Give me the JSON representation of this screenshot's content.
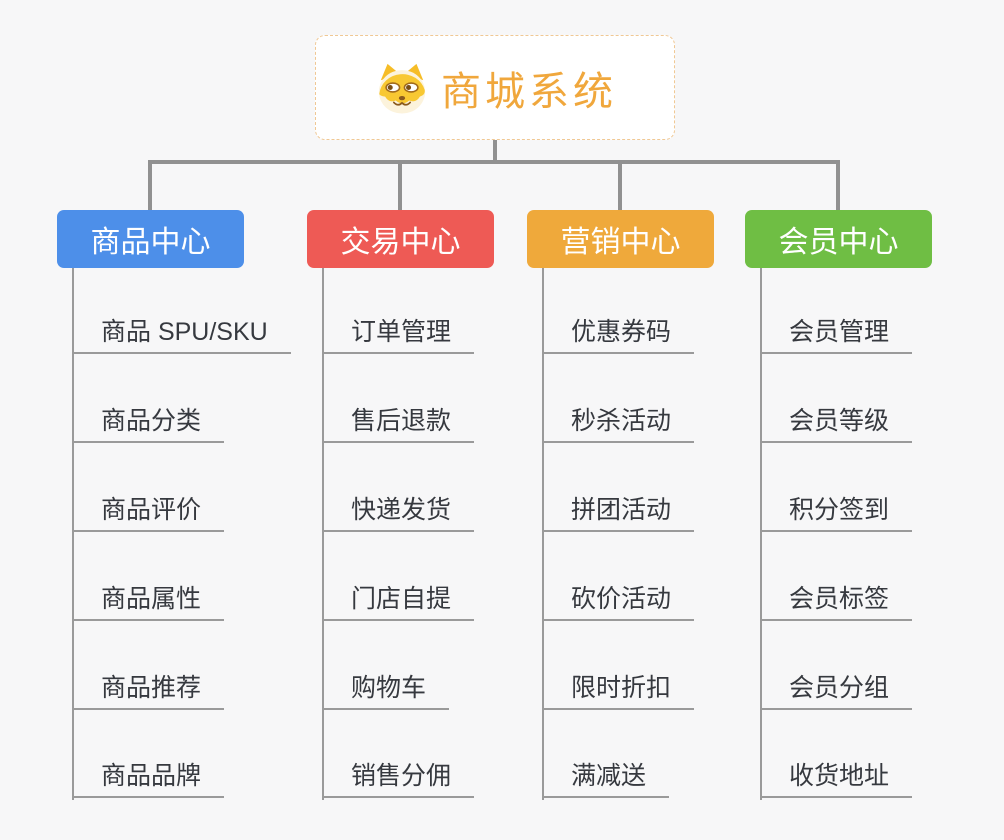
{
  "root": {
    "title": "商城系统",
    "icon": "dog-icon"
  },
  "colors": {
    "background": "#f7f7f8",
    "connector": "#919191",
    "leaf_line": "#9a9a9a",
    "leaf_text": "#36393f",
    "root_text": "#f0a73c",
    "root_border": "#f0c894",
    "branch_product": "#4d8fe9",
    "branch_trade": "#ee5a55",
    "branch_marketing": "#efa93b",
    "branch_member": "#6fbe44"
  },
  "branches": [
    {
      "label": "商品中心",
      "color": "#4d8fe9",
      "items": [
        "商品 SPU/SKU",
        "商品分类",
        "商品评价",
        "商品属性",
        "商品推荐",
        "商品品牌"
      ]
    },
    {
      "label": "交易中心",
      "color": "#ee5a55",
      "items": [
        "订单管理",
        "售后退款",
        "快递发货",
        "门店自提",
        "购物车",
        "销售分佣"
      ]
    },
    {
      "label": "营销中心",
      "color": "#efa93b",
      "items": [
        "优惠券码",
        "秒杀活动",
        "拼团活动",
        "砍价活动",
        "限时折扣",
        "满减送"
      ]
    },
    {
      "label": "会员中心",
      "color": "#6fbe44",
      "items": [
        "会员管理",
        "会员等级",
        "积分签到",
        "会员标签",
        "会员分组",
        "收货地址"
      ]
    }
  ]
}
